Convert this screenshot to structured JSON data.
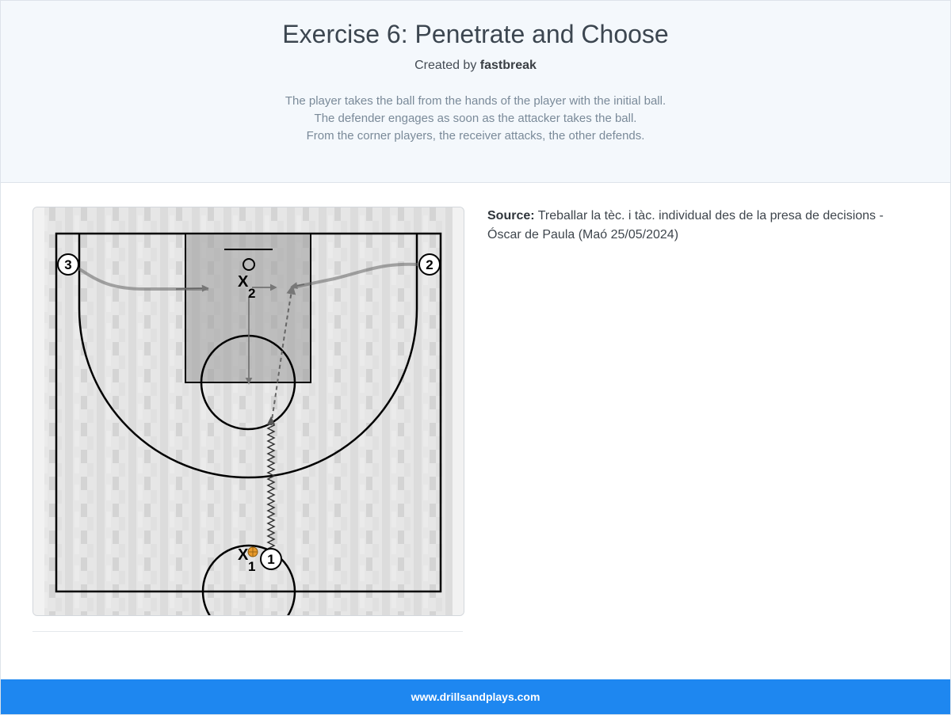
{
  "header": {
    "title": "Exercise 6: Penetrate and Choose",
    "created_by_prefix": "Created by",
    "author": "fastbreak",
    "description": [
      "The player takes the ball from the hands of the player with the initial ball.",
      "The defender engages as soon as the attacker takes the ball.",
      "From the corner players, the receiver attacks, the other defends."
    ]
  },
  "diagram": {
    "players": {
      "p1": "1",
      "p2": "2",
      "p3": "3"
    },
    "defenders": {
      "x1": "1",
      "x2": "2"
    },
    "defender_mark": "X"
  },
  "source": {
    "label": "Source:",
    "text": "Treballar la tèc. i tàc. individual des de la presa de decisions - Óscar de Paula (Maó 25/05/2024)"
  },
  "footer": {
    "site": "www.drillsandplays.com"
  },
  "colors": {
    "footer_bg": "#1e87f0",
    "header_bg": "#f4f8fc",
    "ball": "#e89a2c"
  }
}
